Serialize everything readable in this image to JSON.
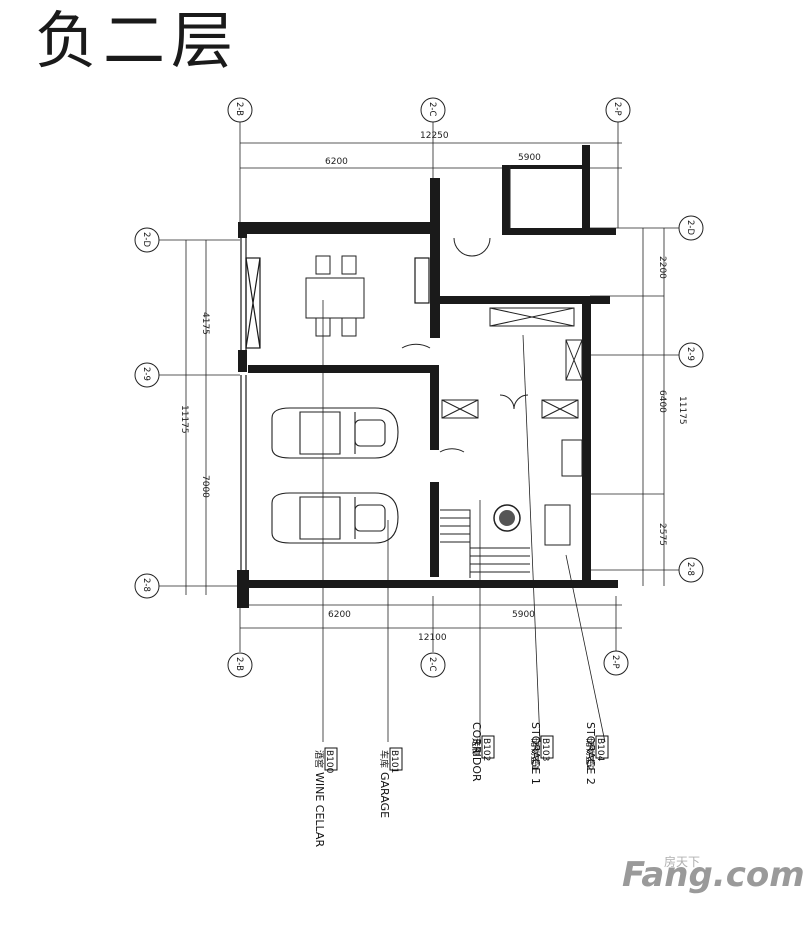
{
  "title": "负二层",
  "dimensions": {
    "top_total": "12250",
    "top_left": "6200",
    "top_right": "5900",
    "bottom_left": "6200",
    "bottom_right": "5900",
    "bottom_total": "12100",
    "left_upper": "4175",
    "left_lower": "7000",
    "left_total": "11175",
    "right_upper": "2200",
    "right_middle": "6400",
    "right_lower": "2575",
    "right_total": "11175"
  },
  "axes": {
    "top_left": "2-B",
    "top_middle": "2-C",
    "top_right": "2-P",
    "left_top": "2-D",
    "left_middle": "2-9",
    "left_bottom": "2-8",
    "right_top": "2-D",
    "right_middle": "2-9",
    "right_bottom": "2-8",
    "bottom_left": "2-B",
    "bottom_middle": "2-C",
    "bottom_right": "2-P"
  },
  "rooms": [
    {
      "code": "B100",
      "cn": "酒窖",
      "en": "WINE CELLAR"
    },
    {
      "code": "B101",
      "cn": "车库",
      "en": "GARAGE"
    },
    {
      "code": "B102",
      "cn": "走廊",
      "en": "CORRIDOR"
    },
    {
      "code": "B103",
      "cn": "储物室1",
      "en": "STORAGE 1"
    },
    {
      "code": "B104",
      "cn": "储物室2",
      "en": "STORAGE 2"
    }
  ],
  "watermark": {
    "brand": "Fang.com",
    "cn": "房天下"
  }
}
